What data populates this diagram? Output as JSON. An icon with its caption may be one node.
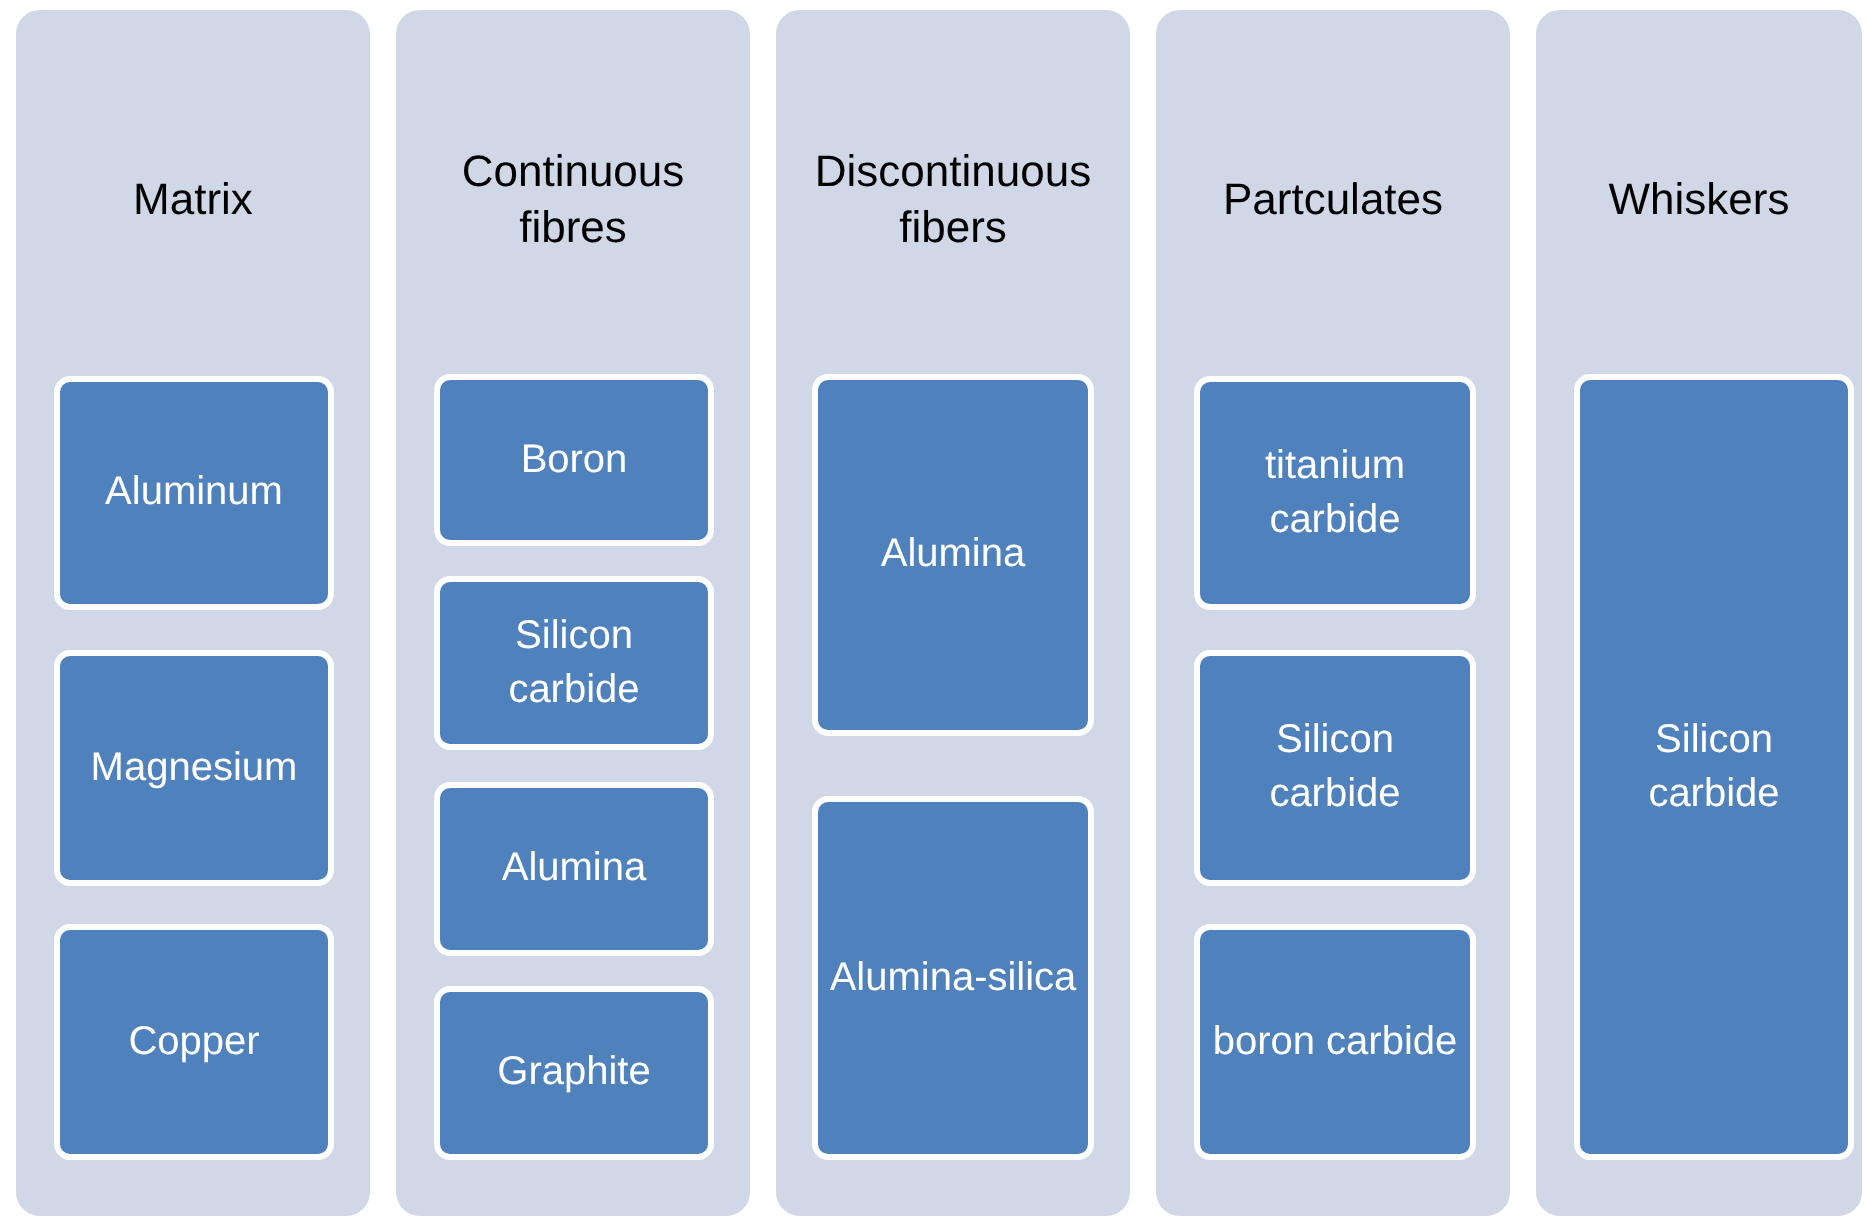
{
  "diagram": {
    "nodes": [
      {
        "text": [
          "Matrix"
        ]
      },
      {
        "text": [
          "Aluminum"
        ],
        "in": 0
      },
      {
        "text": [
          "Magnesium"
        ],
        "in": 0
      },
      {
        "text": [
          "Copper"
        ],
        "in": 0
      },
      {
        "text": [
          "Continuous fibres"
        ]
      },
      {
        "text": [
          "Boron"
        ],
        "in": 4
      },
      {
        "text": [
          "Silicon carbide"
        ],
        "in": 4
      },
      {
        "text": [
          "Alumina"
        ],
        "in": 4
      },
      {
        "text": [
          "Graphite"
        ],
        "in": 4
      },
      {
        "text": [
          "Discontinuous fibers"
        ]
      },
      {
        "text": [
          "Alumina"
        ],
        "in": 9
      },
      {
        "text": [
          "Alumina-silica"
        ],
        "in": 9
      },
      {
        "text": [
          "Partculates"
        ]
      },
      {
        "text": [
          "titanium carbide"
        ],
        "in": 12
      },
      {
        "text": [
          "Silicon carbide"
        ],
        "in": 12
      },
      {
        "text": [
          "boron carbide"
        ],
        "in": 12
      },
      {
        "text": [
          "Whiskers"
        ]
      },
      {
        "text": [
          "Silicon carbide"
        ],
        "in": 16
      }
    ]
  }
}
